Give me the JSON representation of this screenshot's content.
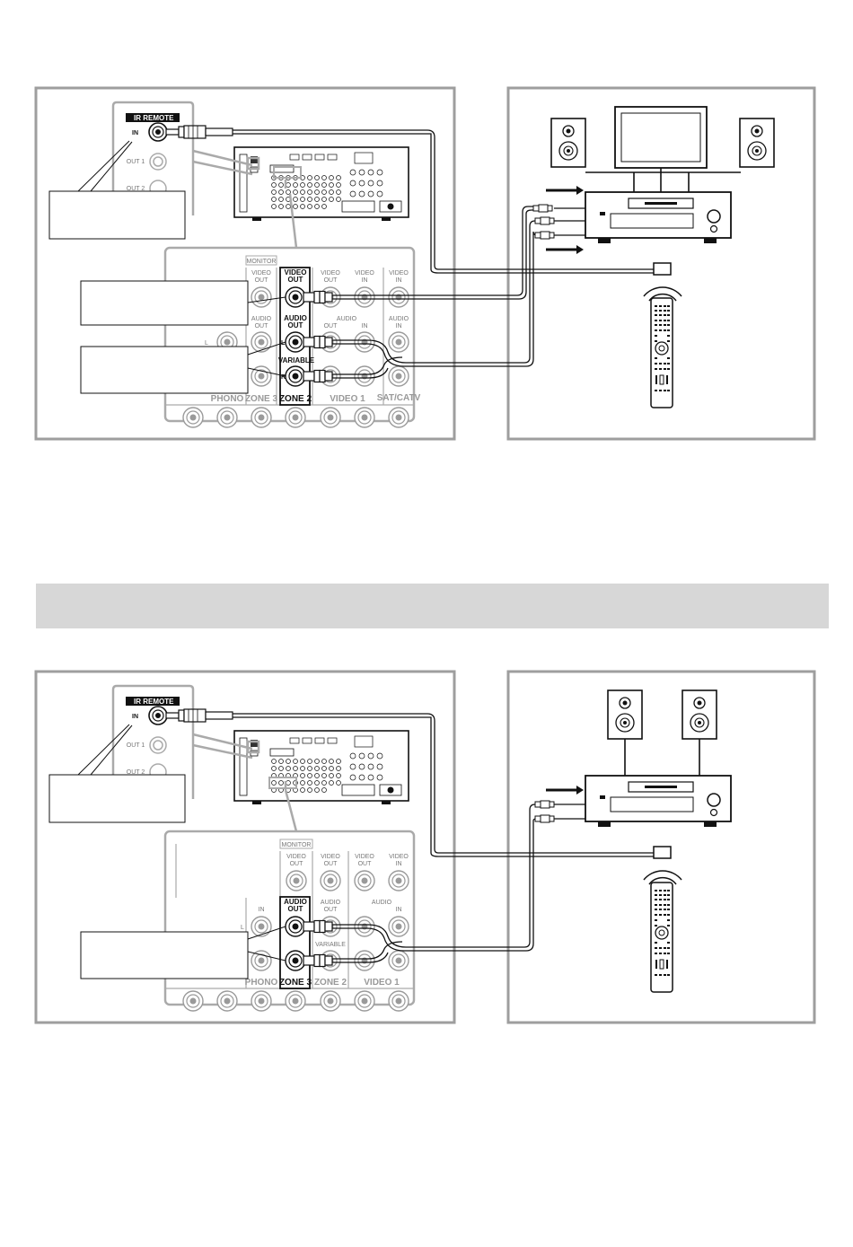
{
  "zone2": {
    "ir_remote": "IR REMOTE",
    "in": "IN",
    "out1": "OUT 1",
    "out2": "OUT 2",
    "monitor": "MONITOR",
    "video_out": [
      "VIDEO",
      "OUT"
    ],
    "video_out_zone": [
      "VIDEO",
      "OUT"
    ],
    "video_out_2": [
      "VIDEO",
      "OUT"
    ],
    "video_in": [
      "VIDEO",
      "IN"
    ],
    "video_in_2": [
      "VIDEO",
      "IN"
    ],
    "audio_out": [
      "AUDIO",
      "OUT"
    ],
    "audio_out_zone": [
      "AUDIO",
      "OUT"
    ],
    "audio": "AUDIO",
    "audio_in_row": [
      "OUT",
      "IN"
    ],
    "audio_in": [
      "AUDIO",
      "IN"
    ],
    "variable": "VARIABLE",
    "l": "L",
    "r": "R",
    "phono": "PHONO",
    "zone3": "ZONE 3",
    "zone2": "ZONE 2",
    "video1": "VIDEO 1",
    "satcatv": "SAT/CATV"
  },
  "zone3": {
    "ir_remote": "IR REMOTE",
    "in": "IN",
    "out1": "OUT 1",
    "out2": "OUT 2",
    "monitor": "MONITOR",
    "video_out": [
      "VIDEO",
      "OUT"
    ],
    "video_out_2": [
      "VIDEO",
      "OUT"
    ],
    "video_out_3": [
      "VIDEO",
      "OUT"
    ],
    "video_in": [
      "VIDEO",
      "IN"
    ],
    "in_label": "IN",
    "audio_out_zone": [
      "AUDIO",
      "OUT"
    ],
    "audio_out": [
      "AUDIO",
      "OUT"
    ],
    "audio": "AUDIO",
    "audio_in": "IN",
    "variable": "VARIABLE",
    "l": "L",
    "phono": "PHONO",
    "zone3": "ZONE 3",
    "zone2": "ZONE 2",
    "video1": "VIDEO 1"
  },
  "colors": {
    "frame": "#9e9e9e",
    "section_bar": "#d7d7d7",
    "line": "#111111",
    "muted": "#aaaaaa"
  }
}
